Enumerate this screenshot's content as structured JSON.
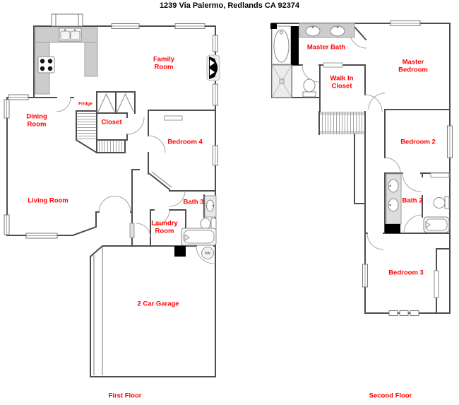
{
  "page": {
    "title": "1239 Via Palermo, Redlands CA 92374"
  },
  "first_floor": {
    "caption": "First Floor",
    "rooms": {
      "family_room": "Family Room",
      "dining_room": "Dining Room",
      "living_room": "Living Room",
      "fridge": "Fridge",
      "closet": "Closet",
      "bedroom_4": "Bedroom 4",
      "bath_3": "Bath 3",
      "laundry_room": "Laundry Room",
      "garage": "2 Car Garage"
    },
    "fixtures": {
      "hot_water_heater": "HW"
    }
  },
  "second_floor": {
    "caption": "Second Floor",
    "rooms": {
      "master_bath": "Master Bath",
      "master_bedroom": "Master Bedroom",
      "walk_in_closet": "Walk In Closet",
      "bedroom_2": "Bedroom 2",
      "bath_2": "Bath 2",
      "bedroom_3": "Bedroom 3"
    }
  },
  "colors": {
    "room_label": "#FF0000",
    "title_text": "#000000",
    "wall": "#4D4D4D",
    "counter_fill": "#CCCCCC",
    "fireplace_fill": "#000000"
  }
}
